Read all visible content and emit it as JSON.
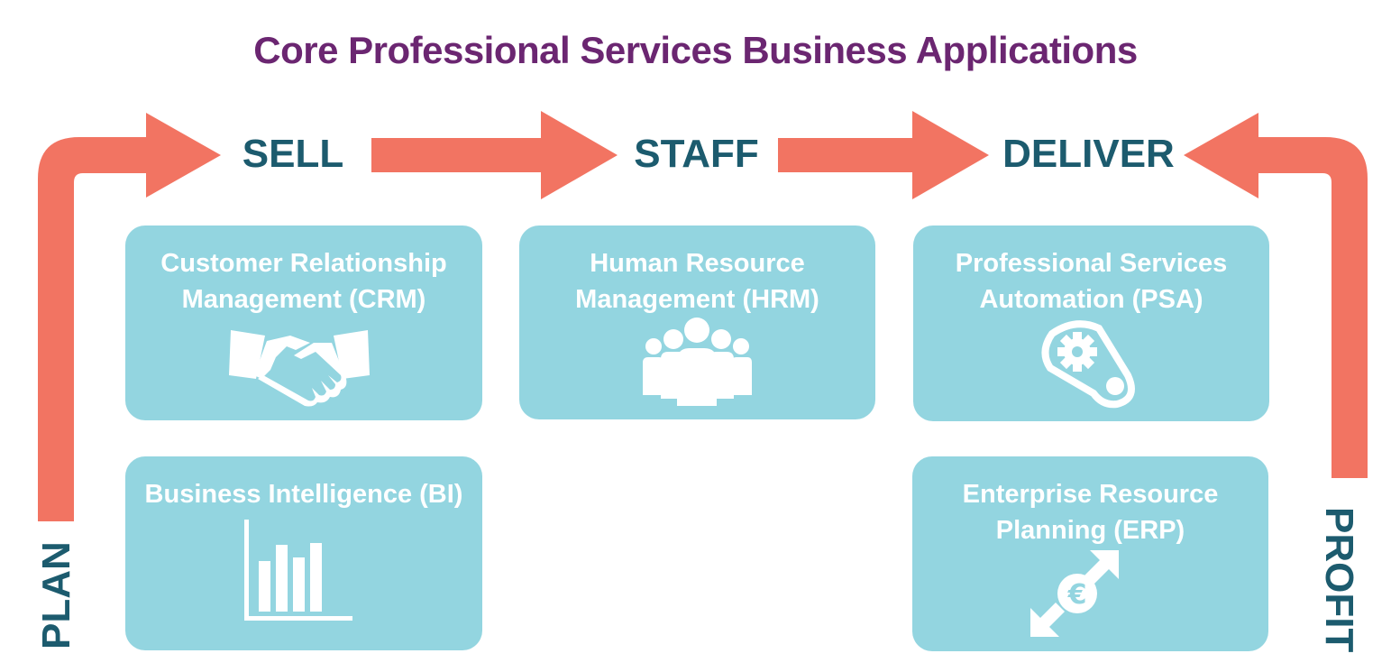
{
  "title": "Core Professional Services Business Applications",
  "colors": {
    "title": "#6b2671",
    "stage": "#1c5b6e",
    "arrow": "#f27462",
    "box": "#93d5e0",
    "icon": "#ffffff"
  },
  "stages": {
    "sell": "SELL",
    "staff": "STAFF",
    "deliver": "DELIVER",
    "plan": "PLAN",
    "profit": "PROFIT"
  },
  "boxes": {
    "crm": {
      "line1": "Customer Relationship",
      "line2": "Management (CRM)",
      "icon": "handshake-icon"
    },
    "hrm": {
      "line1": "Human Resource",
      "line2": "Management (HRM)",
      "icon": "people-group-icon"
    },
    "psa": {
      "line1": "Professional Services",
      "line2": "Automation (PSA)",
      "icon": "gear-belt-icon"
    },
    "bi": {
      "line1": "Business Intelligence (BI)",
      "icon": "bar-chart-icon"
    },
    "erp": {
      "line1": "Enterprise Resource",
      "line2": "Planning (ERP)",
      "icon": "euro-exchange-icon"
    }
  }
}
